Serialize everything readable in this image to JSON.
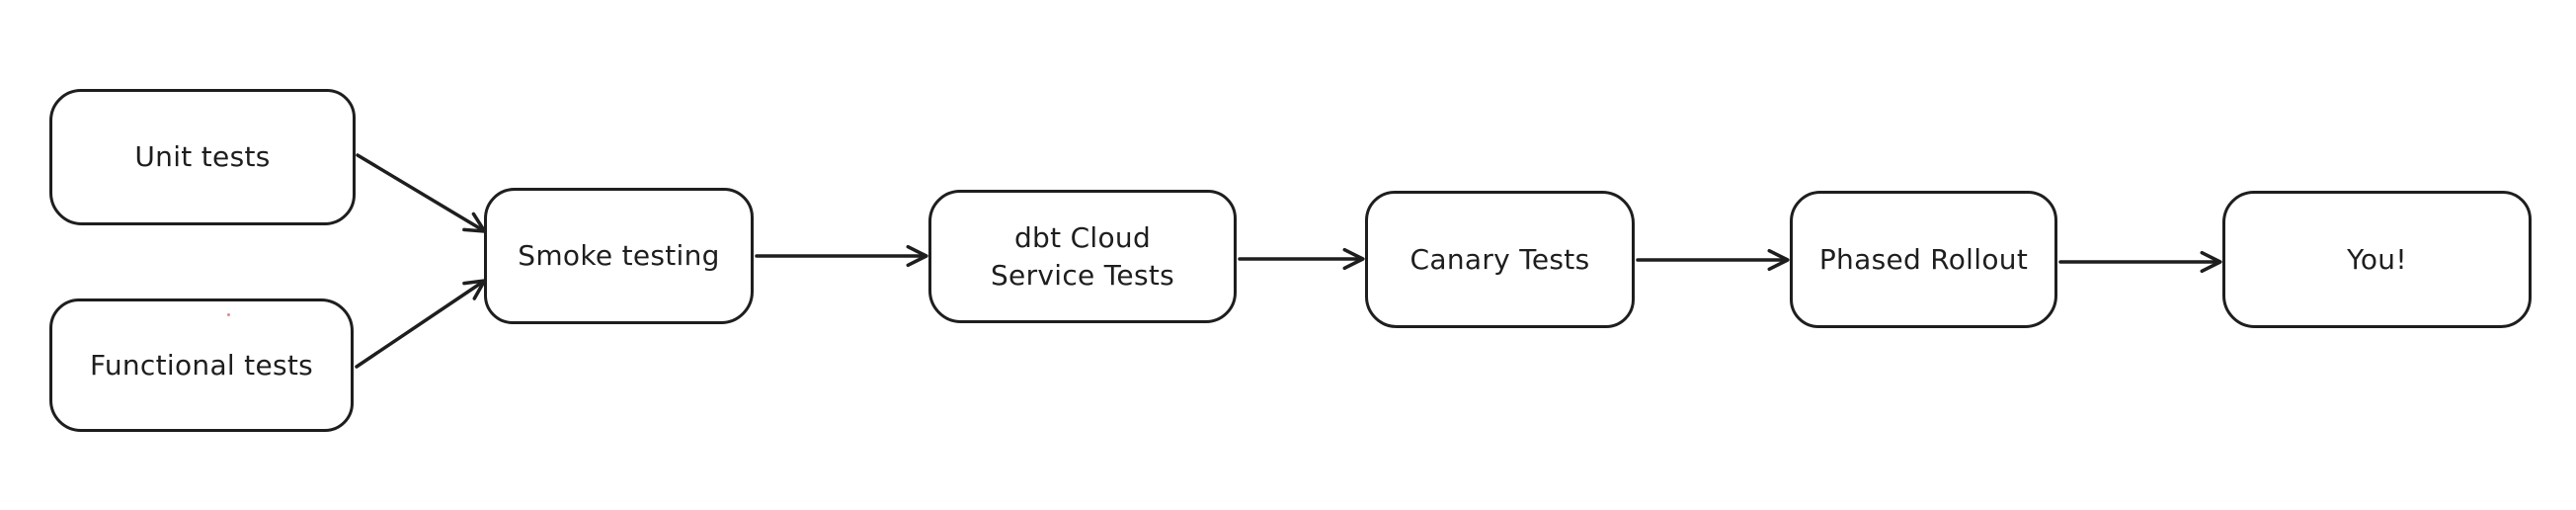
{
  "diagram": {
    "type": "flowchart",
    "style": "excalidraw-hand-drawn",
    "background_color": "#ffffff",
    "stroke_color": "#1e1e1e",
    "node_fill_color": "#ffffff",
    "nodes": [
      {
        "id": "unit-tests",
        "lines": [
          "Unit tests"
        ]
      },
      {
        "id": "functional-tests",
        "lines": [
          "Functional tests"
        ]
      },
      {
        "id": "smoke-testing",
        "lines": [
          "Smoke testing"
        ]
      },
      {
        "id": "dbt-cloud-service-tests",
        "lines": [
          "dbt Cloud",
          "Service Tests"
        ]
      },
      {
        "id": "canary-tests",
        "lines": [
          "Canary Tests"
        ]
      },
      {
        "id": "phased-rollout",
        "lines": [
          "Phased Rollout"
        ]
      },
      {
        "id": "you",
        "lines": [
          "You!"
        ]
      }
    ],
    "edges": [
      {
        "from": "unit-tests",
        "to": "smoke-testing"
      },
      {
        "from": "functional-tests",
        "to": "smoke-testing"
      },
      {
        "from": "smoke-testing",
        "to": "dbt-cloud-service-tests"
      },
      {
        "from": "dbt-cloud-service-tests",
        "to": "canary-tests"
      },
      {
        "from": "canary-tests",
        "to": "phased-rollout"
      },
      {
        "from": "phased-rollout",
        "to": "you"
      }
    ]
  }
}
